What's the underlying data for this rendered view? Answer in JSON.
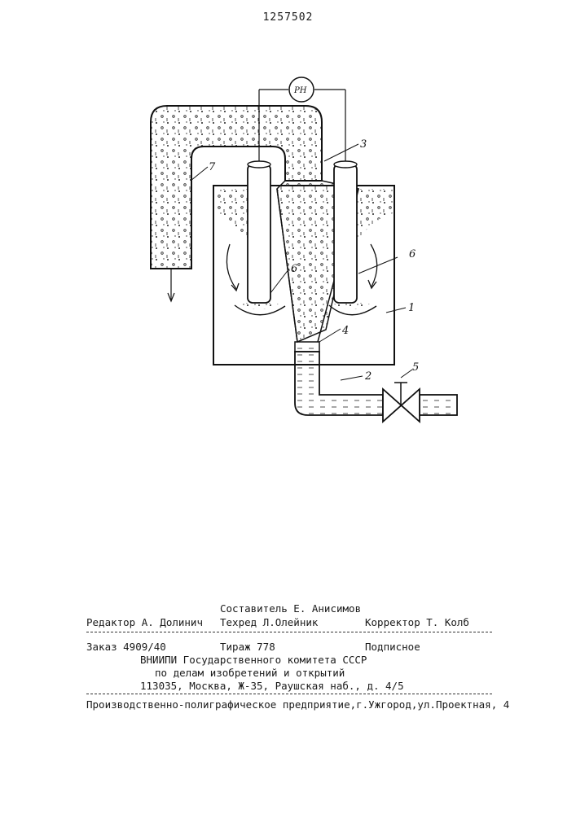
{
  "header": {
    "patent_number": "1257502"
  },
  "figure": {
    "labels": {
      "vessel": "1",
      "outlet_pipe": "2",
      "cone": "3",
      "nozzle": "4",
      "valve": "5",
      "electrode_left": "6",
      "electrode_right": "6",
      "overflow_pipe": "7",
      "ph_meter": "PH"
    }
  },
  "colophon": {
    "compiler": "Составитель Е. Анисимов",
    "editor": "Редактор А. Долинич",
    "tech_editor": "Техред Л.Олейник",
    "corrector": "Корректор Т. Колб",
    "order": "Заказ 4909/40",
    "circulation": "Тираж 778",
    "subscription": "Подписное",
    "org_line1": "ВНИИПИ Государственного комитета СССР",
    "org_line2": "по делам изобретений и открытий",
    "address": "113035, Москва, Ж-35, Раушская наб., д. 4/5",
    "printer": "Производственно-полиграфическое предприятие,г.Ужгород,ул.Проектная, 4"
  }
}
